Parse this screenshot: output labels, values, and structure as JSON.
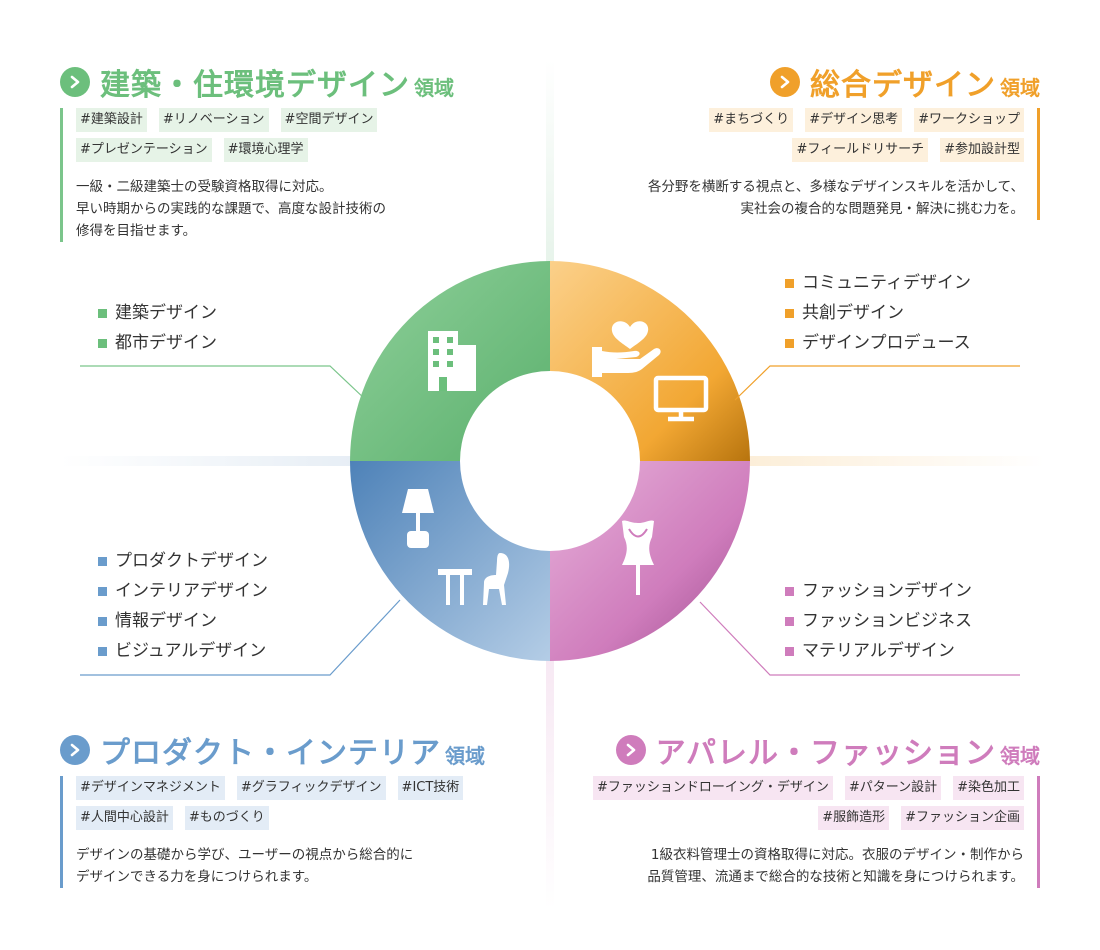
{
  "colors": {
    "green": "#6cbf7c",
    "orange": "#f0a02a",
    "blue": "#6a9ccc",
    "pink": "#cf7cbc"
  },
  "quadrants": {
    "architecture": {
      "title": "建築・住環境デザイン",
      "suffix": "領域",
      "tags": [
        "#建築設計",
        "#リノベーション",
        "#空間デザイン",
        "#プレゼンテーション",
        "#環境心理学"
      ],
      "description": [
        "一級・二級建築士の受験資格取得に対応。",
        "早い時期からの実践的な課題で、高度な設計技術の",
        "修得を目指せます。"
      ],
      "courses": [
        "建築デザイン",
        "都市デザイン"
      ],
      "icon": "building-icon"
    },
    "general": {
      "title": "総合デザイン",
      "suffix": "領域",
      "tags": [
        "#まちづくり",
        "#デザイン思考",
        "#ワークショップ",
        "#フィールドリサーチ",
        "#参加設計型"
      ],
      "description": [
        "各分野を横断する視点と、多様なデザインスキルを活かして、",
        "実社会の複合的な問題発見・解決に挑む力を。"
      ],
      "courses": [
        "コミュニティデザイン",
        "共創デザイン",
        "デザインプロデュース"
      ],
      "icons": [
        "heart-hand-icon",
        "monitor-icon"
      ]
    },
    "product": {
      "title": "プロダクト・インテリア",
      "suffix": "領域",
      "tags": [
        "#デザインマネジメント",
        "#グラフィックデザイン",
        "#ICT技術",
        "#人間中心設計",
        "#ものづくり"
      ],
      "description": [
        "デザインの基礎から学び、ユーザーの視点から総合的に",
        "デザインできる力を身につけられます。"
      ],
      "courses": [
        "プロダクトデザイン",
        "インテリアデザイン",
        "情報デザイン",
        "ビジュアルデザイン"
      ],
      "icons": [
        "lamp-icon",
        "table-chair-icon"
      ]
    },
    "fashion": {
      "title": "アパレル・ファッション",
      "suffix": "領域",
      "tags": [
        "#ファッションドローイング・デザイン",
        "#パターン設計",
        "#染色加工",
        "#服飾造形",
        "#ファッション企画"
      ],
      "description": [
        "1級衣料管理士の資格取得に対応。衣服のデザイン・制作から",
        "品質管理、流通まで総合的な技術と知識を身につけられます。"
      ],
      "courses": [
        "ファッションデザイン",
        "ファッションビジネス",
        "マテリアルデザイン"
      ],
      "icon": "mannequin-icon"
    }
  }
}
